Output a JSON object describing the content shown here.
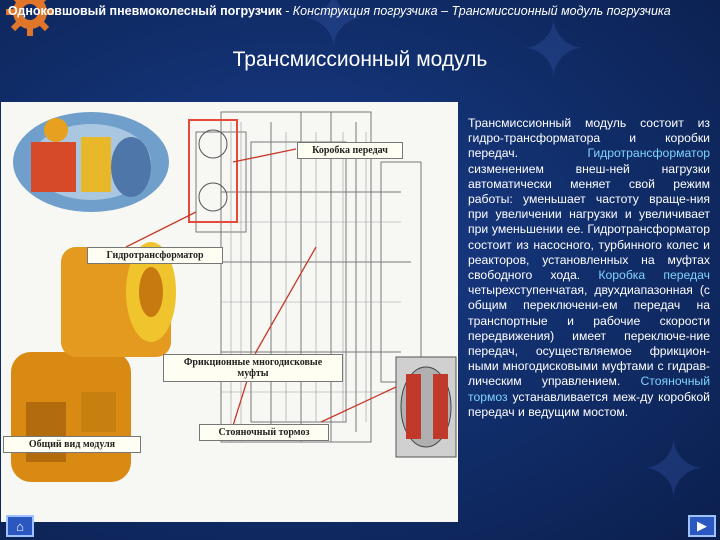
{
  "header": {
    "bold": "Одноковшовый пневмоколесный погрузчик",
    "italic": " - Конструкция погрузчика – Трансмиссионный модуль погрузчика"
  },
  "title": "Трансмиссионный модуль",
  "figure_labels": {
    "gearbox": "Коробка передач",
    "converter": "Гидротрансформатор",
    "clutches": "Фрикционные многодисковые муфты",
    "overview": "Общий вид модуля",
    "brake": "Стояночный тормоз"
  },
  "description": {
    "p1": "Трансмиссионный модуль состоит из гидро-трансформатора и коробки передач.",
    "term1": "Гидротрансформатор",
    "p2": " сизменением внеш-ней нагрузки автоматически меняет свой режим работы: уменьшает частоту враще-ния при увеличении нагрузки и увеличивает при уменьшении ее. Гидротрансформатор состоит из насосного, турбинного колес и реакторов, установленных на муфтах свободного хода.",
    "term2": "Коробка передач",
    "p3": " четырехступенчатая, двухдиапазонная (с общим переключени-ем передач на транспортные и рабочие скорости передвижения) имеет переключе-ние передач, осуществляемое фрикцион-ными многодисковыми муфтами с гидрав-лическим управлением.",
    "term3": "Стояночный тормоз",
    "p4": " устанавливается меж-ду коробкой передач и ведущим мостом."
  },
  "nav": {
    "home_icon": "home-icon"
  }
}
